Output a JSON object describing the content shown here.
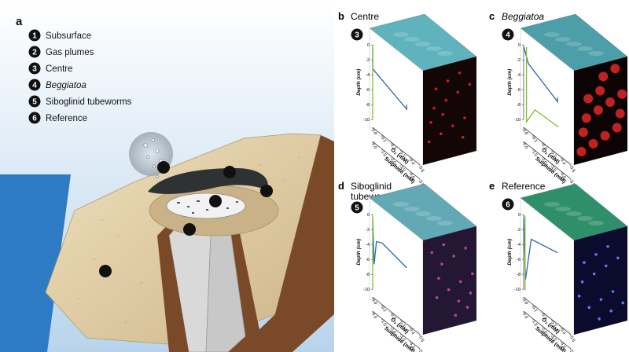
{
  "figure": {
    "main_panel": {
      "letter": "a",
      "legend": [
        {
          "num": "1",
          "label": "Subsurface",
          "italic": false
        },
        {
          "num": "2",
          "label": "Gas plumes",
          "italic": false
        },
        {
          "num": "3",
          "label": "Centre",
          "italic": false
        },
        {
          "num": "4",
          "label": "Beggiatoa",
          "italic": true
        },
        {
          "num": "5",
          "label": "Siboglinid tubeworms",
          "italic": false
        },
        {
          "num": "6",
          "label": "Reference",
          "italic": false
        }
      ]
    },
    "profile_panels": [
      {
        "letter": "b",
        "title": "Centre",
        "title_italic": false,
        "num": "3",
        "seafloor_color": "#5fb3bd",
        "micro_color": "#120606",
        "dot_color": "#e32020",
        "o2": [
          [
            0,
            0.35
          ],
          [
            0,
            3.2
          ],
          [
            3.6,
            5.0
          ],
          [
            3.6,
            4.4
          ]
        ],
        "sulphide": [
          [
            0,
            0
          ],
          [
            0,
            10
          ]
        ]
      },
      {
        "letter": "c",
        "title": "Beggiatoa",
        "title_italic": true,
        "num": "4",
        "seafloor_color": "#4c9ea8",
        "micro_color": "#0c0404",
        "dot_color": "#e02828",
        "o2": [
          [
            0,
            0.2
          ],
          [
            0.5,
            2.0
          ],
          [
            3.6,
            4.0
          ],
          [
            3.6,
            3.4
          ]
        ],
        "sulphide": [
          [
            0.3,
            0
          ],
          [
            0.3,
            10
          ],
          [
            1.2,
            7.5
          ],
          [
            3.7,
            7.3
          ]
        ]
      },
      {
        "letter": "d",
        "title": "Siboglinid\ntubeworms",
        "title_italic": false,
        "num": "5",
        "seafloor_color": "#62a9b5",
        "micro_color": "#241733",
        "dot_color": "#c04aa8",
        "o2": [
          [
            0,
            0.5
          ],
          [
            0.15,
            6.5
          ],
          [
            0.4,
            3.2
          ],
          [
            1.0,
            2.8
          ],
          [
            3.6,
            3.5
          ]
        ],
        "sulphide": [
          [
            0,
            0
          ],
          [
            0,
            10
          ]
        ]
      },
      {
        "letter": "e",
        "title": "Reference",
        "title_italic": false,
        "num": "6",
        "seafloor_color": "#2f8f6b",
        "micro_color": "#0b0b2e",
        "dot_color": "#5f88ff",
        "o2": [
          [
            0,
            0.5
          ],
          [
            0.2,
            8.5
          ],
          [
            0.8,
            2.5
          ],
          [
            3.6,
            1.5
          ]
        ],
        "sulphide": [
          [
            0.15,
            0
          ],
          [
            0.15,
            10
          ]
        ]
      }
    ],
    "axes": {
      "depth_label": "Depth (cm)",
      "depth_ticks": [
        "0",
        "-2",
        "-4",
        "-6",
        "-8",
        "-10"
      ],
      "o2_label": "O₂ (mM)",
      "o2_ticks": [
        "0.0",
        "0.1",
        "0.2",
        "0.3",
        "0.4",
        "0.5"
      ],
      "sulphide_label": "Sulphide (mM)",
      "sulphide_ticks": [
        "0.0",
        "1.0",
        "2.0",
        "3.0",
        "4.0",
        "5.0"
      ]
    },
    "colors": {
      "o2_line": "#2f63b8",
      "sulphide_line": "#7cbf2a",
      "sky_top": "#ffffff",
      "sky_bottom": "#b8d4ec",
      "sea": "#2d7bc4",
      "sand": "#e2cea4",
      "mud": "#7a4a28",
      "mat": "#2f3233"
    }
  }
}
